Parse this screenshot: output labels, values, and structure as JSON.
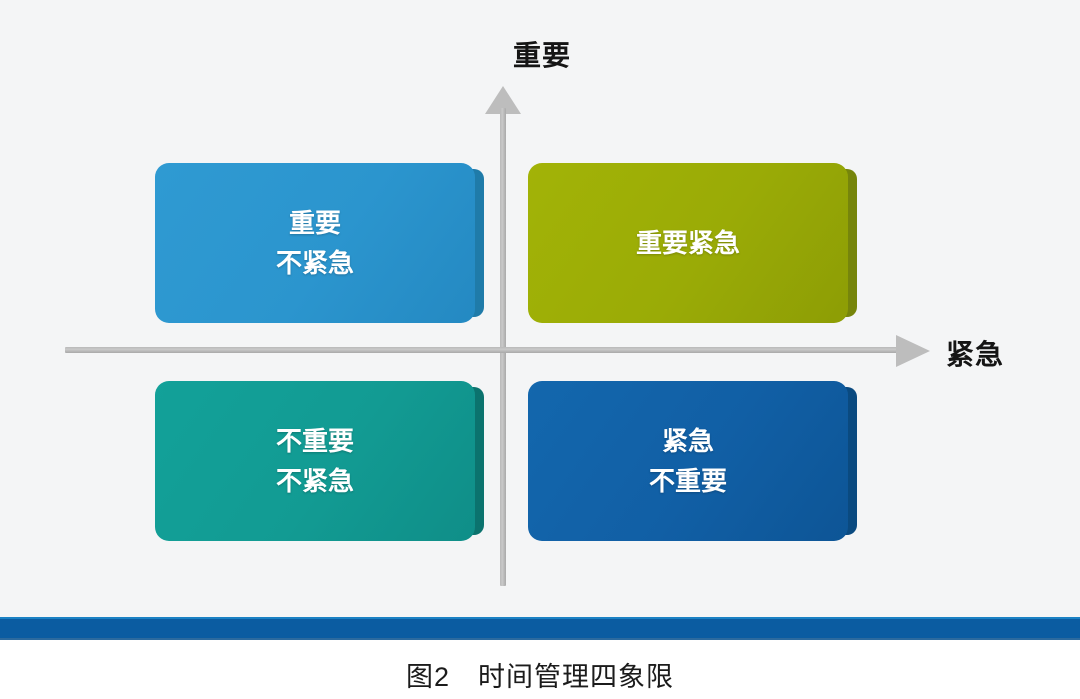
{
  "figure": {
    "caption": "图2　时间管理四象限",
    "axes": {
      "vertical_label": "重要",
      "horizontal_label": "紧急",
      "vertical_arrow_icon": "arrow-up-icon",
      "horizontal_arrow_icon": "arrow-right-icon",
      "axis_color": "#bdbdbd"
    },
    "quadrants": [
      {
        "id": "important-not-urgent",
        "position": "top-left",
        "lines": [
          "重要",
          "不紧急"
        ],
        "color": "#2b95ce",
        "shadow_color": "#1f7ba9"
      },
      {
        "id": "important-urgent",
        "position": "top-right",
        "lines": [
          "重要紧急"
        ],
        "color": "#9aab06",
        "shadow_color": "#76850b"
      },
      {
        "id": "not-important-not-urgent",
        "position": "bottom-left",
        "lines": [
          "不重要",
          "不紧急"
        ],
        "color": "#129b93",
        "shadow_color": "#0b736e"
      },
      {
        "id": "urgent-not-important",
        "position": "bottom-right",
        "lines": [
          "紧急",
          "不重要"
        ],
        "color": "#115fa5",
        "shadow_color": "#0a4a80"
      }
    ],
    "divider": {
      "color": "#0b5ca1"
    },
    "background_color": "#f4f5f6"
  },
  "chart_data": {
    "type": "scatter",
    "title": "图2　时间管理四象限",
    "xlabel": "紧急",
    "ylabel": "重要",
    "grid": false,
    "legend": "none",
    "quadrant_labels": {
      "top_left": "重要 / 不紧急",
      "top_right": "重要紧急",
      "bottom_left": "不重要 / 不紧急",
      "bottom_right": "紧急 / 不重要"
    }
  }
}
